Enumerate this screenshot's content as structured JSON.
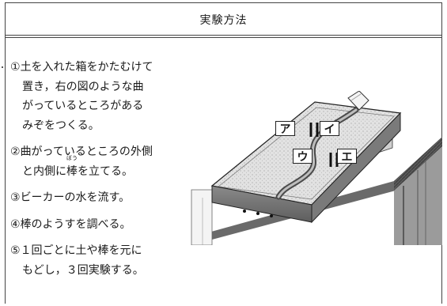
{
  "title": "実験方法",
  "steps": [
    {
      "num": "①",
      "lines": [
        "土を入れた箱をかたむけて",
        "置き，右の図のような曲",
        "がっているところがある",
        "みぞをつくる。"
      ]
    },
    {
      "num": "②",
      "lines": [
        "曲がっているところの外側",
        "と内側に"
      ],
      "rubyBase": "棒",
      "rubyReading": "ぼう",
      "after": "を立てる。"
    },
    {
      "num": "③",
      "lines": [
        "ビーカーの水を流す。"
      ]
    },
    {
      "num": "④",
      "lines": [
        "棒のようすを調べる。"
      ]
    },
    {
      "num": "⑤",
      "lines": [
        "１回ごとに土や棒を元に",
        "もどし，３回実験する。"
      ]
    }
  ],
  "figure": {
    "labels": {
      "a": "ア",
      "i": "イ",
      "u": "ウ",
      "e": "エ"
    }
  }
}
